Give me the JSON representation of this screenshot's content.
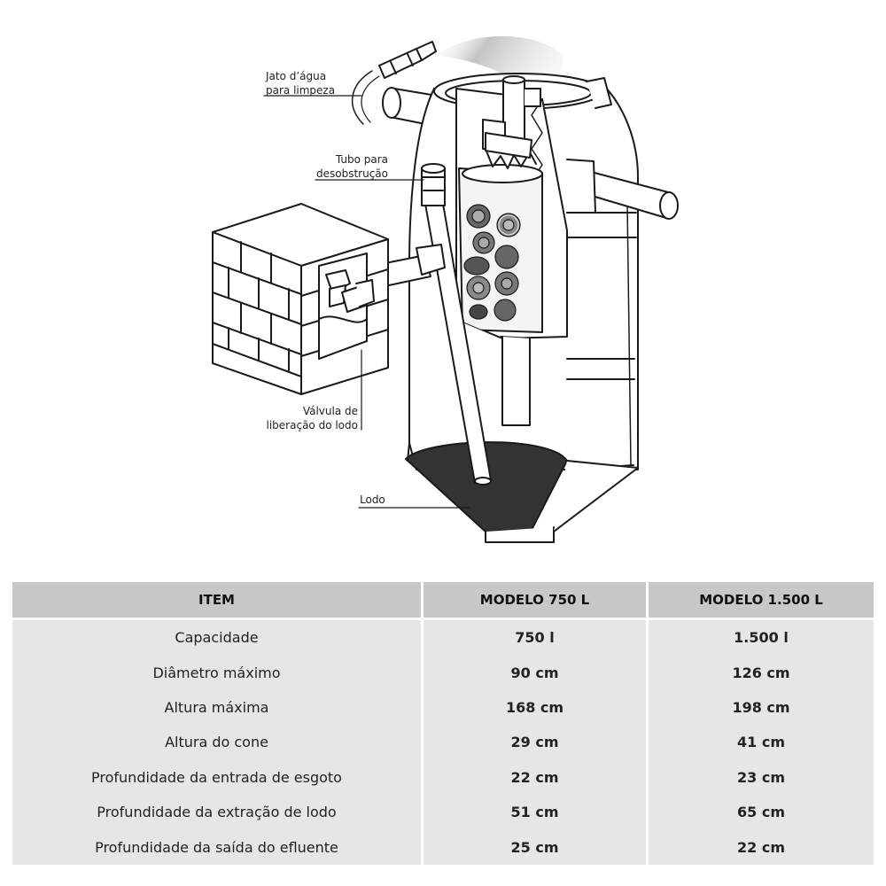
{
  "labels": {
    "jato_line1": "Jato d’água",
    "jato_line2": "para limpeza",
    "tubo_line1": "Tubo para",
    "tubo_line2": "desobstrução",
    "valvula_line1": "Válvula de",
    "valvula_line2": "liberação do lodo",
    "lodo": "Lodo"
  },
  "table": {
    "headers": [
      "ITEM",
      "MODELO 750 L",
      "MODELO 1.500 L"
    ],
    "rows": [
      [
        "Capacidade",
        "750 l",
        "1.500 l"
      ],
      [
        "Diâmetro máximo",
        "90 cm",
        "126 cm"
      ],
      [
        "Altura máxima",
        "168 cm",
        "198 cm"
      ],
      [
        "Altura do cone",
        "29 cm",
        "41 cm"
      ],
      [
        "Profundidade da entrada de esgoto",
        "22 cm",
        "23 cm"
      ],
      [
        "Profundidade da extração de lodo",
        "51 cm",
        "65 cm"
      ],
      [
        "Profundidade da saída do efluente",
        "25 cm",
        "22 cm"
      ]
    ]
  },
  "colors": {
    "sludge": "#333333",
    "stroke": "#1a1a1a",
    "header_bg": "#c8c8c8",
    "row_bg": "#e6e6e6"
  }
}
